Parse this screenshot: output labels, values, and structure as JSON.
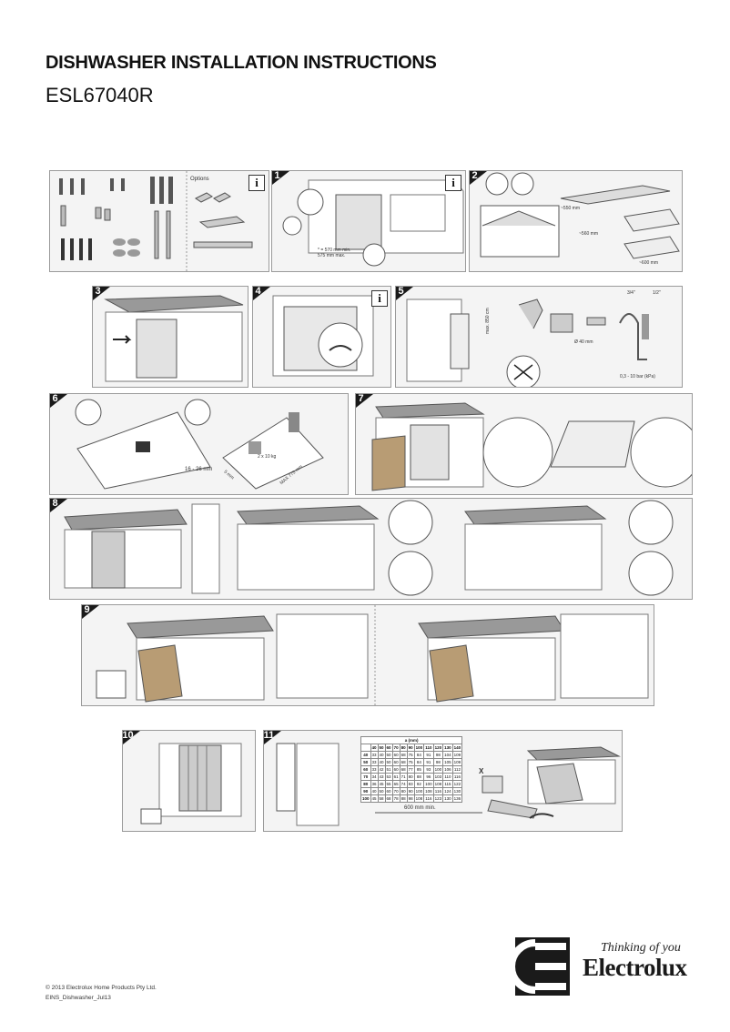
{
  "header": {
    "title": "DISHWASHER INSTALLATION INSTRUCTIONS",
    "model": "ESL67040R"
  },
  "steps": {
    "s1": "1",
    "s2": "2",
    "s3": "3",
    "s4": "4",
    "s5": "5",
    "s6": "6",
    "s7": "7",
    "s8": "8",
    "s9": "9",
    "s10": "10",
    "s11": "11"
  },
  "info_symbol": "i",
  "labels": {
    "options": "Options",
    "p1_dim1": "* = 570 mm min.",
    "p1_dim2": "575 mm max.",
    "p2_dim1": "~550 mm",
    "p2_dim2": "~560 mm",
    "p2_dim3": "~600 mm",
    "p5_max": "max. 850 cm",
    "p5_diam": "Ø 40 mm",
    "p5_thread1": "3/4\"",
    "p5_thread2": "1/2\"",
    "p5_pressure": "0,3 - 10 bar (kPa)",
    "p6_range": "16 - 26 mm",
    "p6_weight": "2 x 10 kg",
    "p6_min": "5 mm",
    "p6_max": "MAX 775 mm",
    "p11_min": "600 mm min."
  },
  "table": {
    "header_a": "a (mm)",
    "col_headers": [
      "",
      "40",
      "50",
      "60",
      "70",
      "80",
      "90",
      "100",
      "110",
      "120",
      "130",
      "140"
    ],
    "rows": [
      [
        "40",
        "33",
        "40",
        "50",
        "60",
        "68",
        "75",
        "84",
        "91",
        "98",
        "104",
        "109"
      ],
      [
        "50",
        "33",
        "40",
        "50",
        "60",
        "68",
        "75",
        "84",
        "91",
        "98",
        "105",
        "109"
      ],
      [
        "60",
        "33",
        "42",
        "51",
        "60",
        "68",
        "77",
        "85",
        "93",
        "100",
        "106",
        "112"
      ],
      [
        "70",
        "34",
        "43",
        "53",
        "61",
        "71",
        "80",
        "88",
        "96",
        "103",
        "110",
        "116"
      ],
      [
        "80",
        "36",
        "45",
        "55",
        "65",
        "74",
        "83",
        "92",
        "100",
        "108",
        "115",
        "122"
      ],
      [
        "90",
        "40",
        "50",
        "60",
        "70",
        "80",
        "90",
        "100",
        "108",
        "116",
        "124",
        "130"
      ],
      [
        "100",
        "45",
        "58",
        "68",
        "78",
        "88",
        "98",
        "108",
        "116",
        "123",
        "130",
        "136"
      ]
    ],
    "marker": "X"
  },
  "footer": {
    "copyright": "© 2013 Electrolux Home Products Pty Ltd.",
    "doc_code": "EINS_Dishwasher_Jul13"
  },
  "brand": {
    "tagline": "Thinking of you",
    "name": "Electrolux",
    "color": "#1a1a1a"
  }
}
